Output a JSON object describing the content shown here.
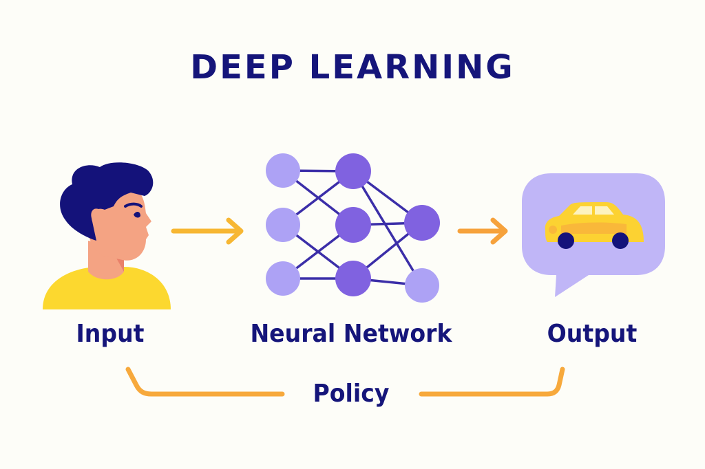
{
  "title": "DEEP LEARNING",
  "nodes": {
    "input": {
      "label": "Input",
      "icon": "person-profile-icon"
    },
    "neural_network": {
      "label": "Neural Network",
      "icon": "neural-network-icon"
    },
    "output": {
      "label": "Output",
      "icon": "car-speech-bubble-icon"
    }
  },
  "loop": {
    "label": "Policy"
  },
  "colors": {
    "text": "#15157a",
    "arrow": "#f7b733",
    "arrow_output": "#f6a23c",
    "loop": "#f7a93c",
    "node_light": "#ada2f5",
    "node_dark": "#8062e0",
    "edge": "#3b2ea8",
    "bubble": "#c0b6f7",
    "car": "#fcd232",
    "shirt": "#fcd82f",
    "skin": "#f4a383",
    "hair": "#14127a"
  }
}
